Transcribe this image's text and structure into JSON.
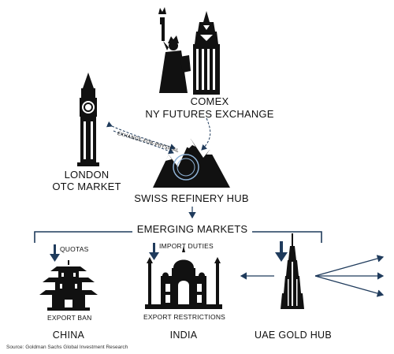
{
  "nodes": {
    "comex": {
      "line1": "COMEX",
      "line2": "NY FUTURES EXCHANGE"
    },
    "london": {
      "line1": "LONDON",
      "line2": "OTC MARKET"
    },
    "swiss": {
      "label": "SWISS REFINERY HUB"
    },
    "emerging": {
      "label": "EMERGING MARKETS"
    },
    "china": {
      "label": "CHINA",
      "inflow": "QUOTAS",
      "outflow": "EXPORT BAN"
    },
    "india": {
      "label": "INDIA",
      "inflow": "IMPORT DUTIES",
      "outflow": "EXPORT RESTRICTIONS"
    },
    "uae": {
      "label": "UAE GOLD HUB"
    }
  },
  "edges": {
    "efp_label": "EXHANGE-FOR-PHYSICAL"
  },
  "source": "Source: Goldman Sachs Global Investment Research",
  "colors": {
    "arrow": "#1f3b5c",
    "icon": "#111111",
    "accent": "#8fb2d6"
  }
}
